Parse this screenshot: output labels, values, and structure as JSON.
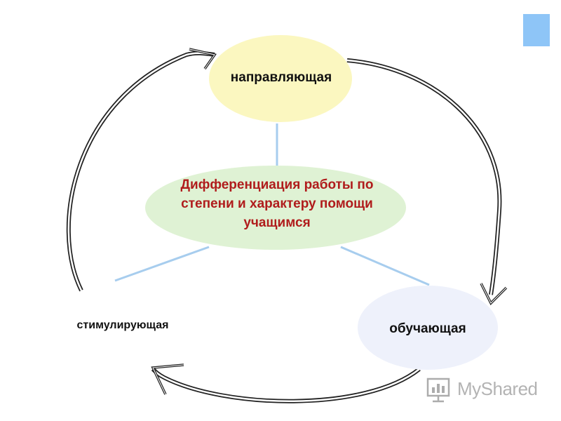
{
  "diagram": {
    "nodes": {
      "top": "направляющая",
      "center": "Дифференциация работы по степени и характеру помощи учащимся",
      "right": "обучающая",
      "left": "стимулирующая"
    }
  },
  "watermark": {
    "text": "MyShared"
  },
  "colors": {
    "top_node_fill": "#fbf7c0",
    "center_node_fill": "#dff2d4",
    "right_node_fill": "#eef1fb",
    "center_text": "#b01c1c",
    "connector_line": "#a7cdee",
    "cycle_arrow": "#222222",
    "corner_square": "#8ec5f7"
  }
}
